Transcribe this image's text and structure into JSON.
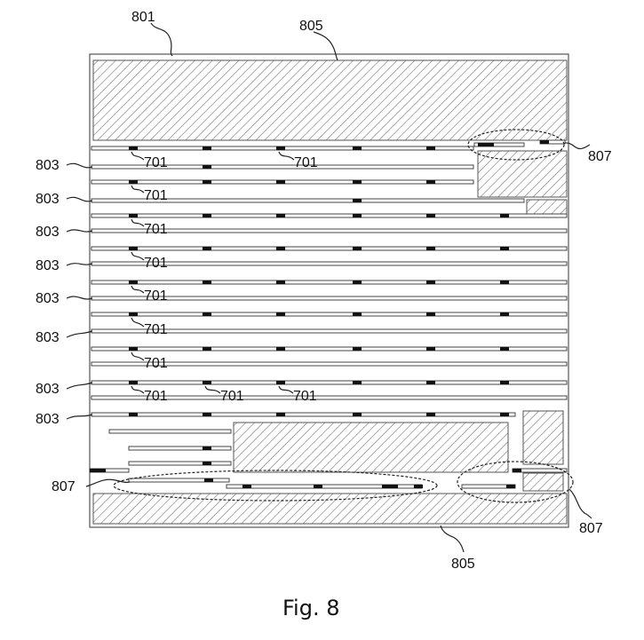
{
  "labels": {
    "l801": "801",
    "l805_top": "805",
    "l805_bottom": "805",
    "l807_right_top": "807",
    "l807_left_bottom": "807",
    "l807_right_bottom": "807",
    "l803": "803",
    "l701": "701"
  },
  "caption": "Fig. 8",
  "colors": {
    "ink": "#111111",
    "frame": "#555555",
    "hatch": "#6a6a6a"
  }
}
